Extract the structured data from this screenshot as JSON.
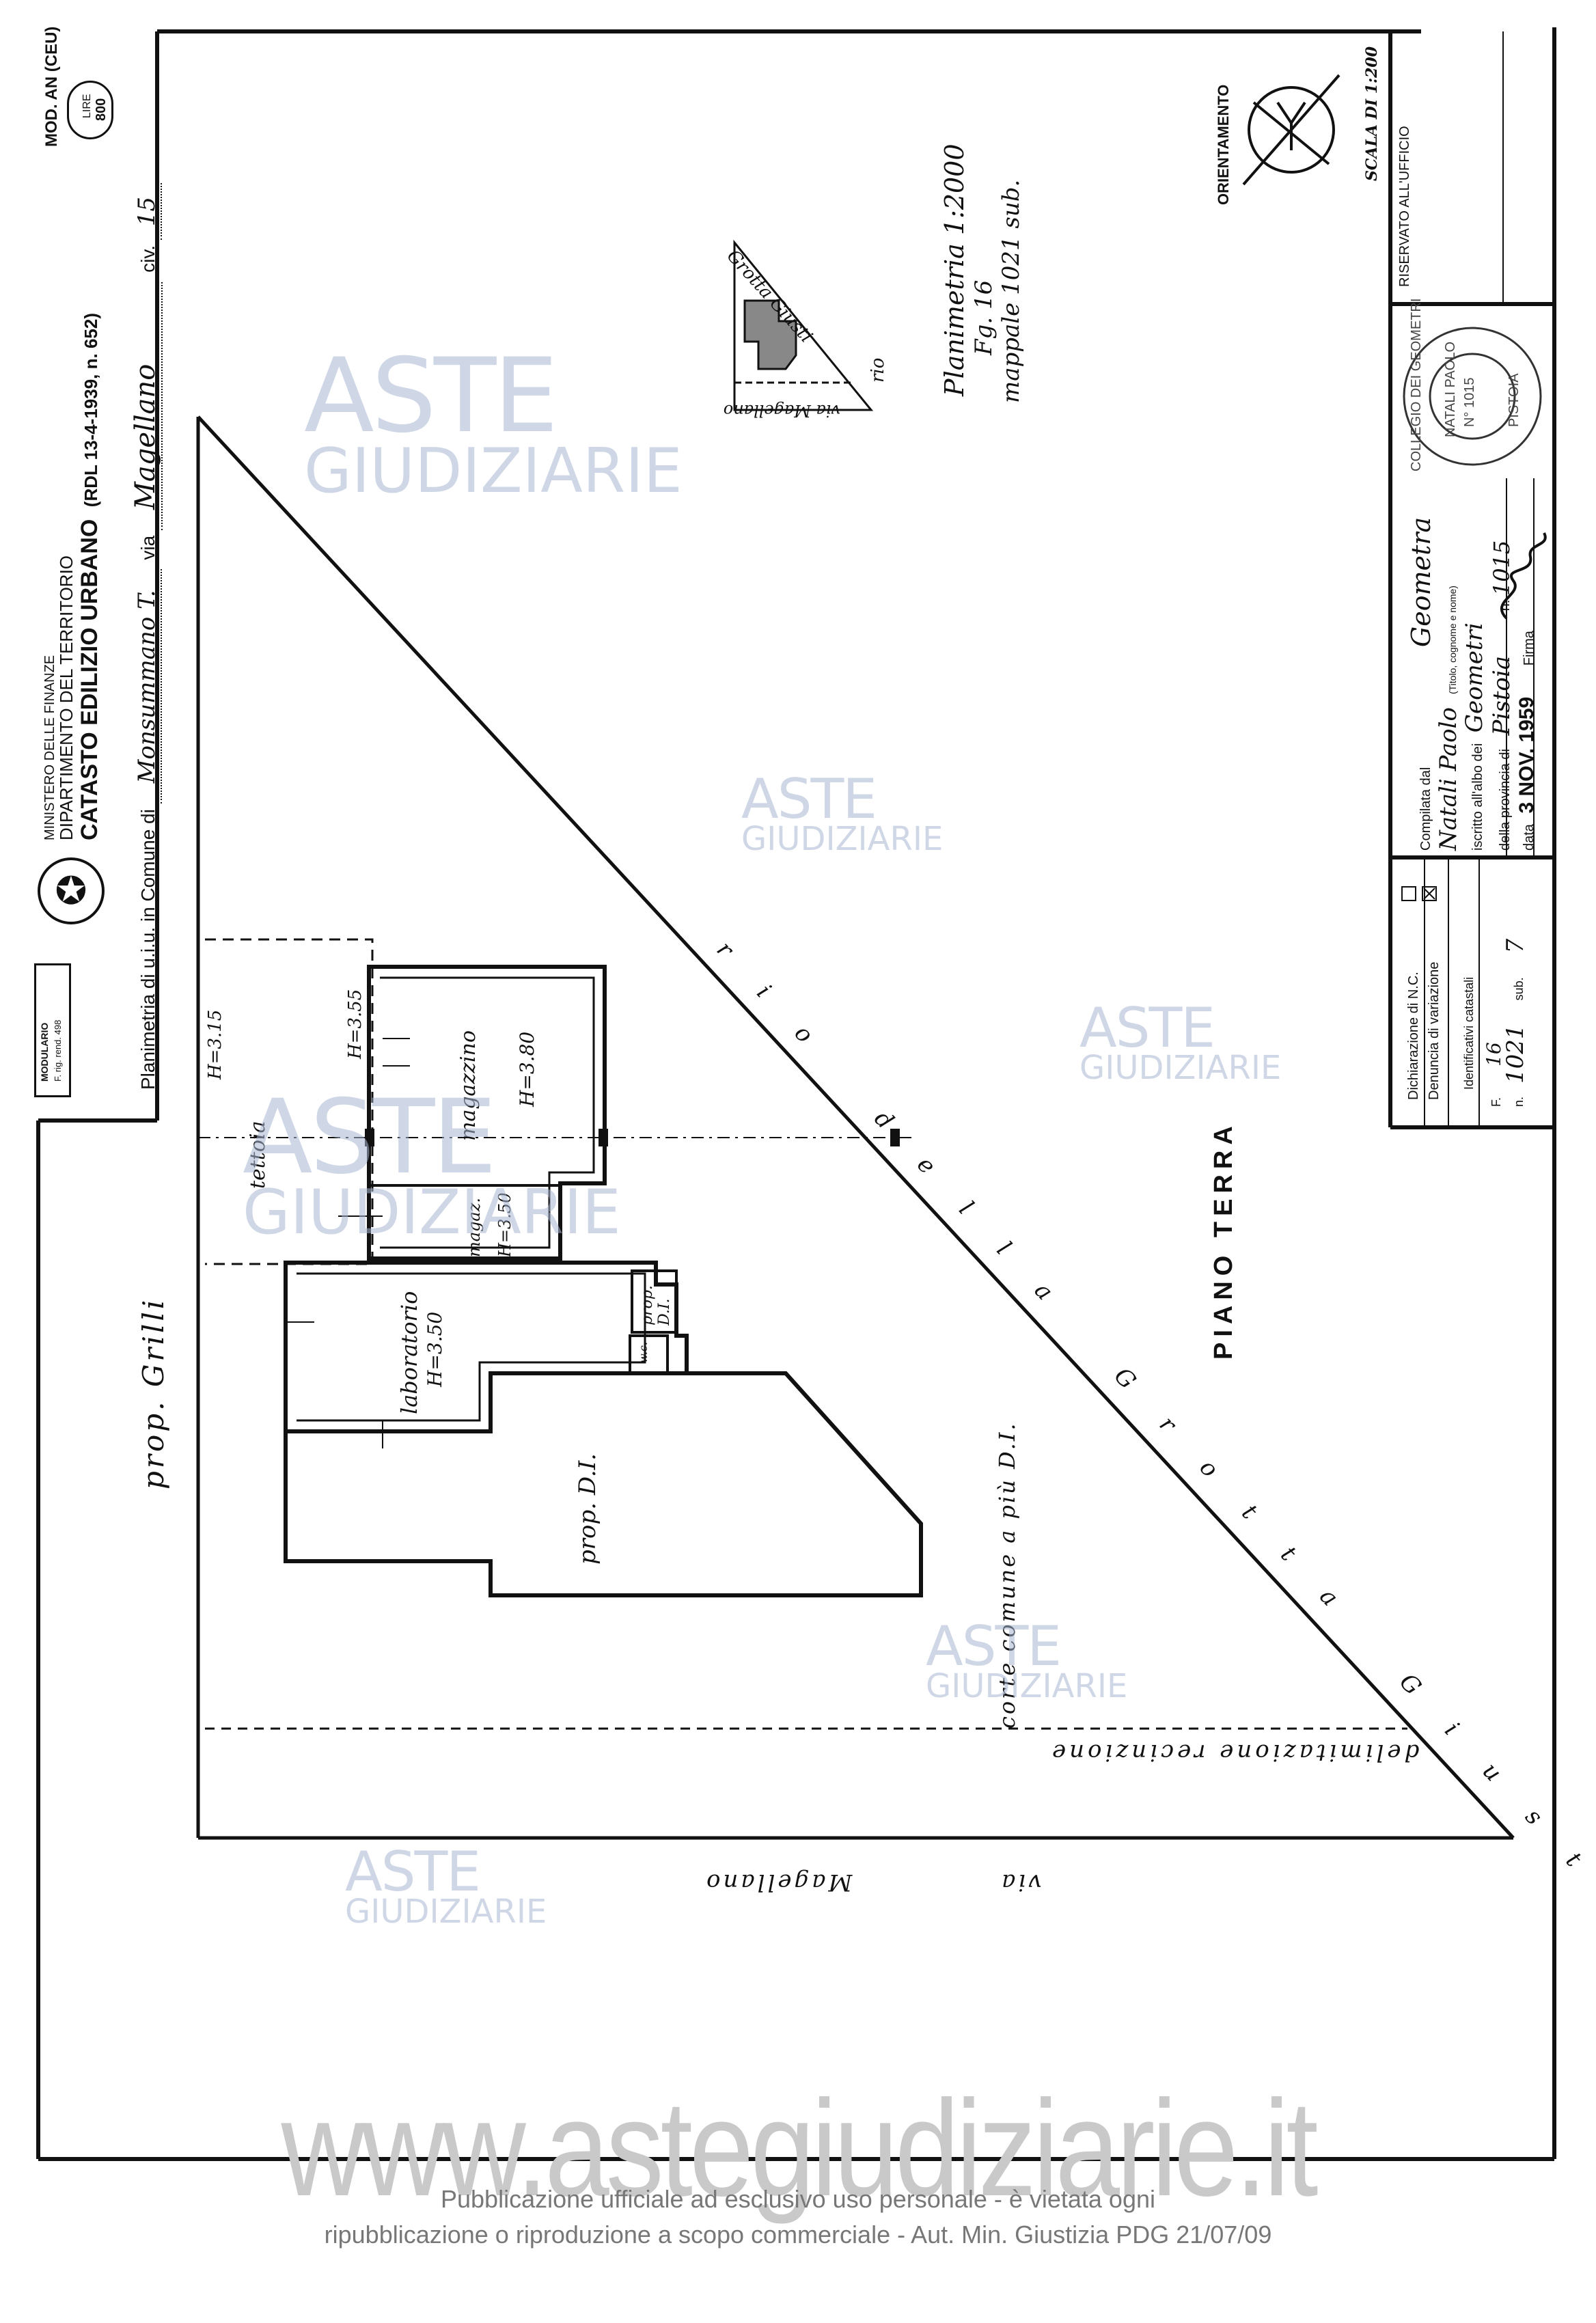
{
  "header": {
    "mod_code": "MOD. AN (CEU)",
    "stamp_lire_label": "LIRE",
    "stamp_lire_value": "800",
    "ministry": "MINISTERO DELLE FINANZE",
    "department": "DIPARTIMENTO DEL TERRITORIO",
    "cadastre_title": "CATASTO EDILIZIO URBANO",
    "law_ref": "(RDL 13-4-1939, n. 652)",
    "modulario_label": "MODULARIO",
    "modulario_code": "F. rig. rend. 498",
    "planimetry_prefix": "Planimetria di u.i.u. in Comune di",
    "comune": "Monsummano T.",
    "via_label": "via",
    "via_value": "Magellano",
    "civico_label": "civ.",
    "civico_value": "15"
  },
  "right_panel": {
    "orientation_label": "ORIENTAMENTO",
    "scale_label": "SCALA DI 1:200",
    "reserved_label": "RISERVATO ALL'UFFICIO",
    "college_seal": "COLLEGIO DEI GEOMETRI",
    "seal_name": "NATALI PAOLO",
    "seal_number": "N° 1015",
    "seal_city": "PISTOIA",
    "compiled_by_label": "Compilata dal",
    "compiled_by_value": "Geometra",
    "name_value": "Natali Paolo",
    "name_hint": "(Titolo, cognome e nome)",
    "albo_label": "iscritto all'albo dei",
    "albo_value": "Geometri",
    "province_label": "della provincia di",
    "province_value": "Pistoia",
    "albo_number_label": "n.",
    "albo_number_value": "1015",
    "date_label": "data",
    "date_value": "3 NOV. 1959",
    "signature_label": "Firma",
    "declaration_nc": "Dichiarazione di N.C.",
    "declaration_var": "Denuncia di variazione",
    "ident_label": "Identificativi catastali",
    "foglio_label": "F.",
    "foglio_value": "16",
    "particella_label": "n.",
    "particella_value": "1021",
    "sub_label": "sub.",
    "sub_value": "7"
  },
  "inset": {
    "title": "Planimetria 1:2000",
    "foglio": "Fg. 16",
    "mappale": "mappale 1021 sub.",
    "rio_label": "rio",
    "grotta_label": "Grotta Giusti",
    "via_label": "via Magellano"
  },
  "plan": {
    "floor_label": "PIANO TERRA",
    "prop_grilli": "prop. Grilli",
    "prop_di": "prop. D.I.",
    "prop_di_small": "prop. D.I.",
    "tettoia": "tettoia",
    "h_315": "H=3.15",
    "h_355": "H=3.55",
    "magazzino": "magazzino",
    "h_380": "H=3.80",
    "magaz_small": "magaz.",
    "h_350a": "H=3.50",
    "laboratorio": "laboratorio",
    "h_350b": "H=3.50",
    "wc": "w.c.",
    "corte": "corte comune a più D.I.",
    "rio_grotta": "rio della Grotta Giusti",
    "recinzione": "delimitazione recinzione",
    "via_magellano": "via Magellano"
  },
  "watermark": {
    "aste": "ASTE",
    "giudiziarie": "GIUDIZIARIE",
    "site": "www.astegiudiziarie.it"
  },
  "footer": {
    "line1": "Pubblicazione ufficiale ad esclusivo uso personale - è vietata ogni",
    "line2": "ripubblicazione o riproduzione a scopo commerciale - Aut. Min. Giustizia PDG 21/07/09"
  }
}
